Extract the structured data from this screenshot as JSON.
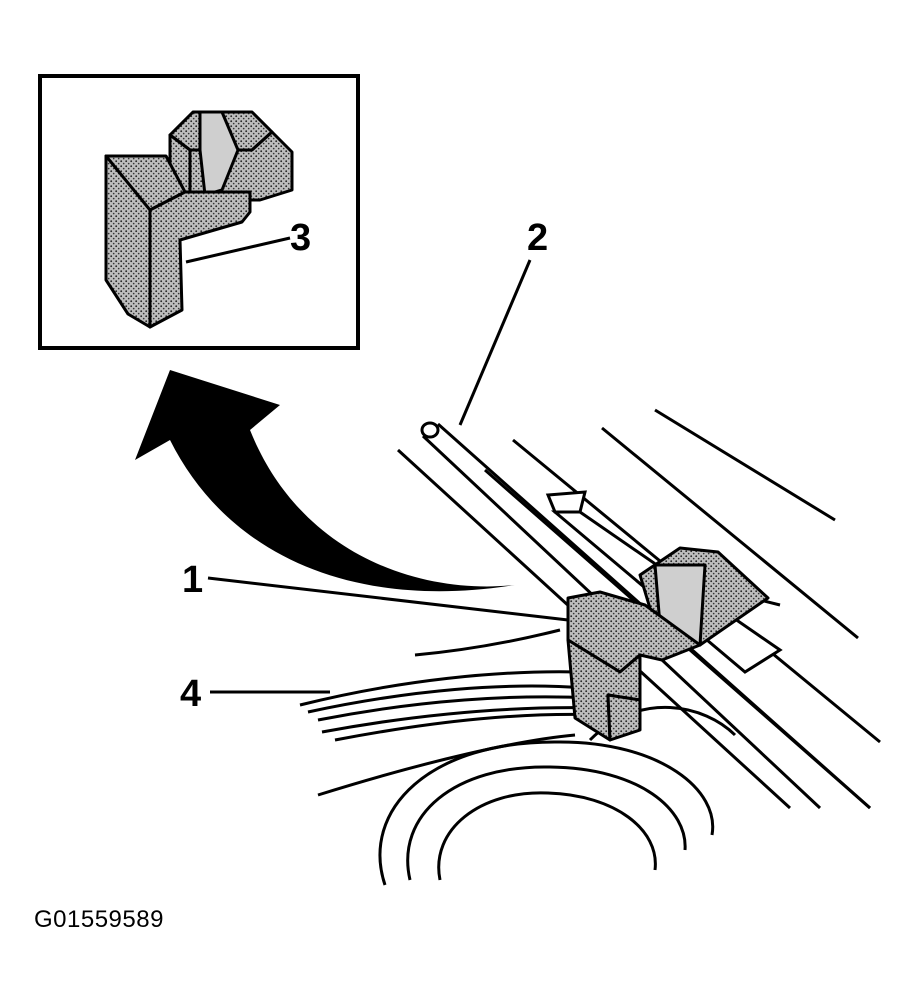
{
  "figure_id": "G01559589",
  "callouts": [
    {
      "number": "1"
    },
    {
      "number": "2"
    },
    {
      "number": "3"
    },
    {
      "number": "4"
    }
  ],
  "colors": {
    "ink": "#000000",
    "fill_stipple": "#8a8a8a",
    "background": "#ffffff"
  }
}
